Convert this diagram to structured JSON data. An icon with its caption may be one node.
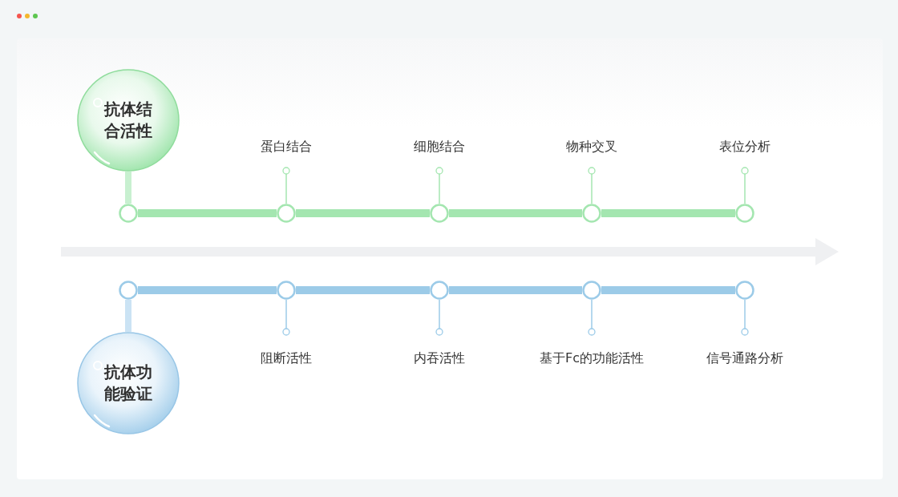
{
  "diagram": {
    "nodes": [
      {
        "text": [
          "抗体结合活性"
        ]
      },
      {
        "text": [],
        "shape": "circle"
      },
      {
        "text": [],
        "shape": "circle"
      },
      {
        "text": [],
        "shape": "circle"
      },
      {
        "text": [],
        "shape": "circle"
      },
      {
        "text": [],
        "shape": "circle"
      },
      {
        "text": [
          "蛋白结合"
        ]
      },
      {
        "text": [
          "细胞结合"
        ]
      },
      {
        "text": [
          "物种交叉"
        ]
      },
      {
        "text": [
          "表位分析"
        ]
      },
      {
        "text": [],
        "shape": "circle"
      },
      {
        "text": [],
        "shape": "circle"
      },
      {
        "text": [],
        "shape": "circle"
      },
      {
        "text": [],
        "shape": "circle"
      },
      {
        "text": [],
        "shape": "circle"
      },
      {
        "text": [
          "阻断活性"
        ]
      },
      {
        "text": [
          "内吞活性"
        ]
      },
      {
        "text": [
          "基于Fc的功能活性"
        ]
      },
      {
        "text": [
          "信号通路分析"
        ]
      },
      {
        "text": [
          "抗体功能验证"
        ]
      }
    ],
    "edges": [
      {
        "from": 0,
        "to": 1,
        "arrow": "none"
      },
      {
        "from": 1,
        "to": 2,
        "arrow": "none"
      },
      {
        "from": 2,
        "to": 3,
        "arrow": "none"
      },
      {
        "from": 3,
        "to": 4,
        "arrow": "none"
      },
      {
        "from": 4,
        "to": 5,
        "arrow": "none"
      },
      {
        "from": 6,
        "to": 2,
        "arrow": "other"
      },
      {
        "from": 7,
        "to": 3,
        "arrow": "other"
      },
      {
        "from": 8,
        "to": 4,
        "arrow": "other"
      },
      {
        "from": 9,
        "to": 5,
        "arrow": "other"
      },
      {
        "from": 19,
        "to": 10,
        "arrow": "none",
        "color": "#a9d1ec"
      },
      {
        "from": 10,
        "to": 11,
        "arrow": "none",
        "color": "#9ccbe8"
      },
      {
        "from": 11,
        "to": 12,
        "arrow": "none",
        "color": "#9ccbe8"
      },
      {
        "from": 12,
        "to": 13,
        "arrow": "none",
        "color": "#9ccbe8"
      },
      {
        "from": 13,
        "to": 14,
        "arrow": "none",
        "color": "#9ccbe8"
      },
      {
        "from": 15,
        "to": 11,
        "arrow": "other",
        "color": "#9ccbe8"
      },
      {
        "from": 16,
        "to": 12,
        "arrow": "other",
        "color": "#9ccbe8"
      },
      {
        "from": 17,
        "to": 13,
        "arrow": "other",
        "color": "#9ccbe8"
      },
      {
        "from": 18,
        "to": 14,
        "arrow": "other",
        "color": "#9ccbe8"
      }
    ]
  }
}
